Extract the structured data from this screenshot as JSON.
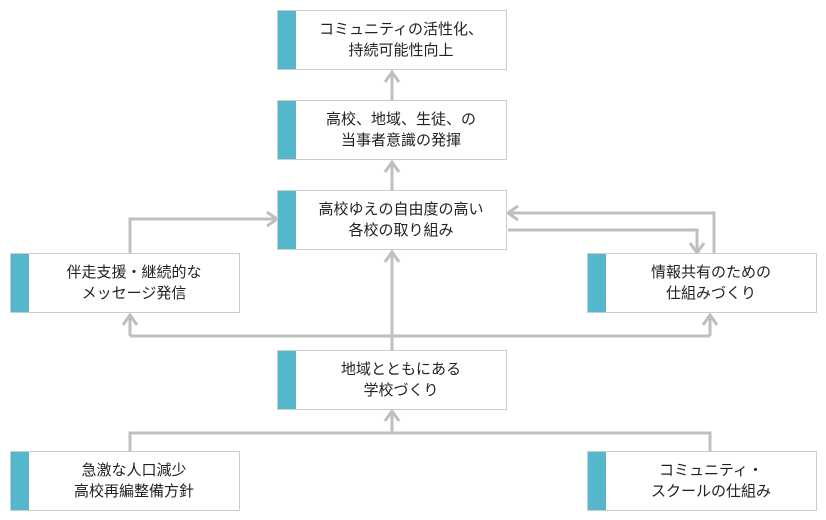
{
  "colors": {
    "accent": "#55b7cb",
    "connector": "#bfbfbf",
    "border": "#cccccc",
    "text": "#222222"
  },
  "nodes": {
    "community_activation": {
      "lines": [
        "コミュニティの活性化、",
        "持続可能性向上"
      ]
    },
    "stakeholder_ownership": {
      "lines": [
        "高校、地域、生徒、の",
        "当事者意識の発揮"
      ]
    },
    "school_initiatives": {
      "lines": [
        "高校ゆえの自由度の高い",
        "各校の取り組み"
      ]
    },
    "support_messaging": {
      "lines": [
        "伴走支援・継続的な",
        "メッセージ発信"
      ]
    },
    "info_sharing": {
      "lines": [
        "情報共有のための",
        "仕組みづくり"
      ]
    },
    "community_school": {
      "lines": [
        "地域とともにある",
        "学校づくり"
      ]
    },
    "rapid_decline": {
      "lines": [
        "急激な人口減少",
        "高校再編整備方針"
      ]
    },
    "community_school_system": {
      "lines": [
        "コミュニティ・",
        "スクールの仕組み"
      ]
    }
  }
}
